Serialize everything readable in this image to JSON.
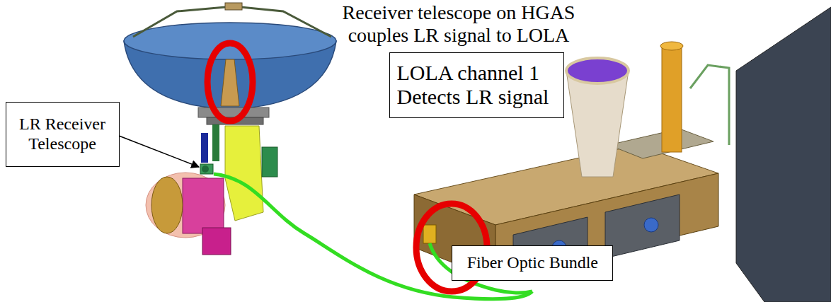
{
  "diagram": {
    "title": "Receiver telescope on HGAS couples LR signal to LOLA",
    "nodes": [
      {
        "text": [
          "LOLA channel 1 Detects LR signal"
        ]
      },
      {
        "text": [
          "LR Receiver Telescope"
        ]
      },
      {
        "text": [
          "Fiber Optic Bundle"
        ]
      }
    ]
  }
}
